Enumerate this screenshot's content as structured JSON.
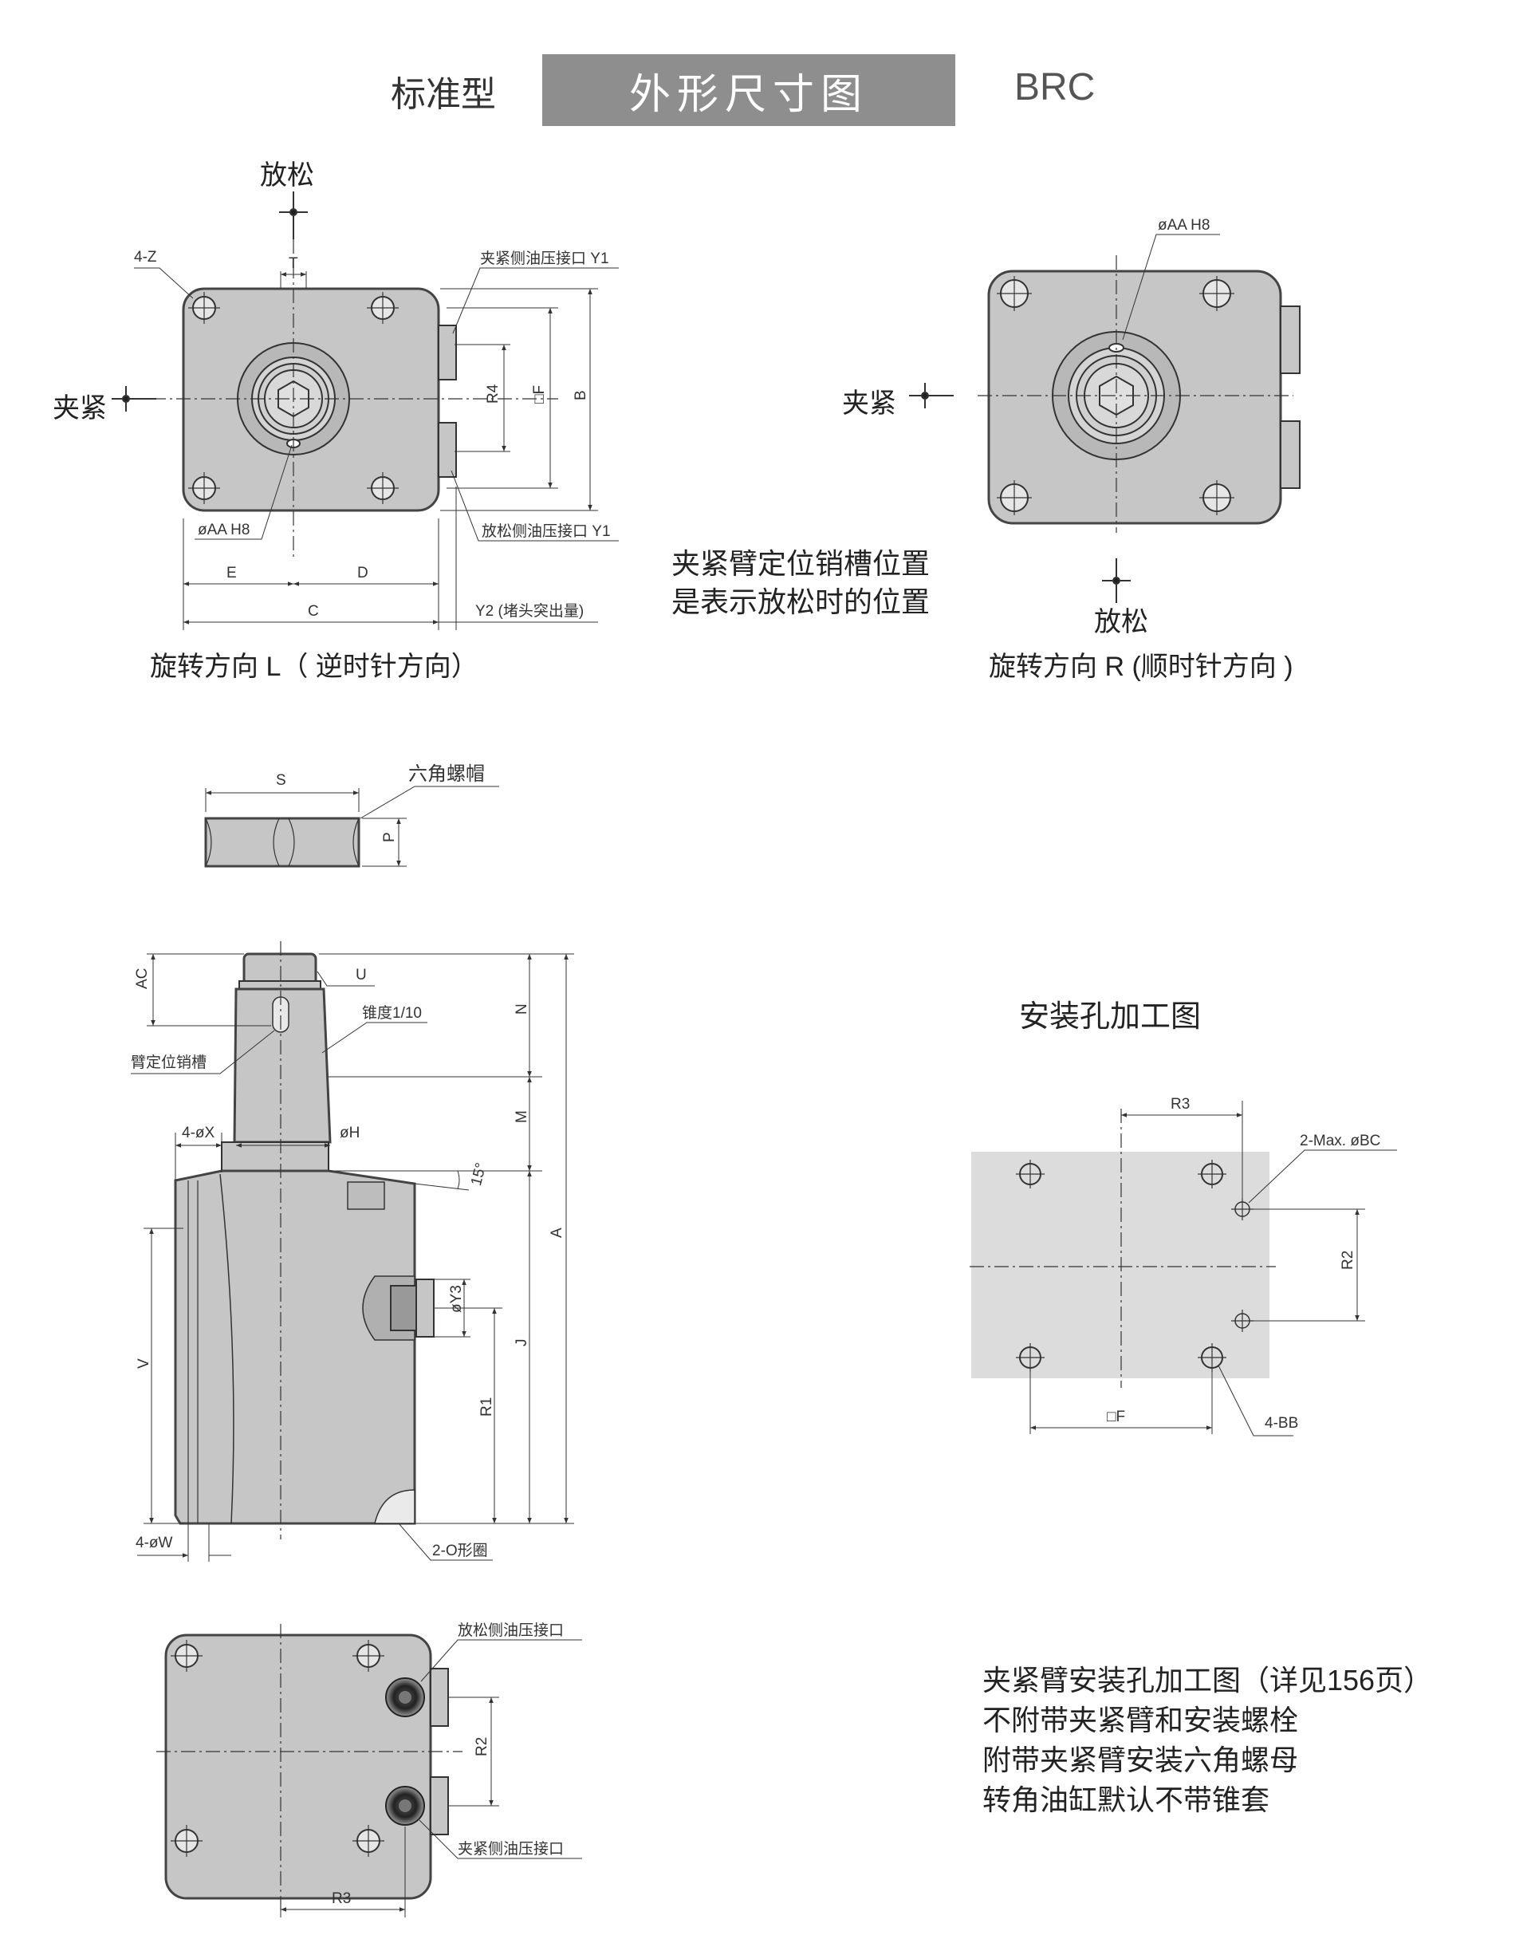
{
  "header": {
    "left": "标准型",
    "title": "外形尺寸图",
    "right": "BRC"
  },
  "top_left": {
    "release": "放松",
    "clamp": "夹紧",
    "labels": {
      "z": "4-Z",
      "t": "T",
      "y1_clamp": "夹紧侧油压接口 Y1",
      "y1_release": "放松侧油压接口 Y1",
      "r4": "R4",
      "f": "□F",
      "b": "B",
      "aa": "øAA H8",
      "e": "E",
      "d": "D",
      "c": "C",
      "y2": "Y2 (堵头突出量)"
    },
    "caption": "旋转方向 L（ 逆时针方向）"
  },
  "top_right": {
    "release": "放松",
    "clamp": "夹紧",
    "aa": "øAA H8",
    "caption": "旋转方向 R (顺时针方向 )"
  },
  "pin_note": [
    "夹紧臂定位销槽位置",
    "是表示放松时的位置"
  ],
  "nut": {
    "label": "六角螺帽",
    "s": "S",
    "p": "P"
  },
  "side": {
    "labels": {
      "ac": "AC",
      "u": "U",
      "taper": "锥度1/10",
      "pin": "臂定位销槽",
      "n": "N",
      "m": "M",
      "x": "4-øX",
      "h": "øH",
      "deg": "15°",
      "a": "A",
      "y3": "øY3",
      "j": "J",
      "v": "V",
      "r1": "R1",
      "w": "4-øW",
      "oring": "2-O形圈"
    }
  },
  "bottom": {
    "release_port": "放松侧油压接口",
    "clamp_port": "夹紧侧油压接口",
    "r2": "R2",
    "r3": "R3"
  },
  "mount": {
    "title": "安装孔加工图",
    "labels": {
      "r3": "R3",
      "bc": "2-Max. øBC",
      "r2": "R2",
      "f": "□F",
      "bb": "4-BB"
    }
  },
  "notes": [
    "夹紧臂安装孔加工图（详见156页）",
    "不附带夹紧臂和安装螺栓",
    "附带夹紧臂安装六角螺母",
    "转角油缸默认不带锥套"
  ],
  "colors": {
    "body": "#c6c6c6",
    "header_box": "#8e8e8e",
    "accent": "#1a7fbf",
    "mount_plate": "#dcdcdc"
  }
}
